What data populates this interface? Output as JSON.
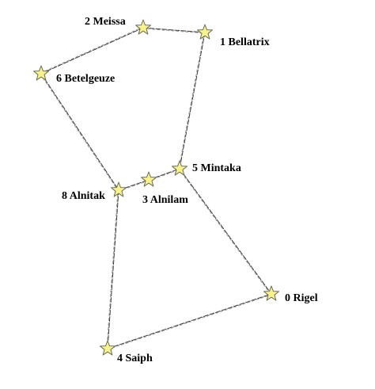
{
  "colors": {
    "background": "#ffffff",
    "edge_dark": "#3a3a3a",
    "edge_light": "#9a9a9a",
    "star_fill": "#f7f28a",
    "star_stroke": "#6b6b5a",
    "label": "#000000"
  },
  "icon": "star-icon",
  "stars": [
    {
      "id": 0,
      "name": "Rigel",
      "label": "0 Rigel"
    },
    {
      "id": 1,
      "name": "Bellatrix",
      "label": "1 Bellatrix"
    },
    {
      "id": 2,
      "name": "Meissa",
      "label": "2 Meissa"
    },
    {
      "id": 3,
      "name": "Alnilam",
      "label": "3 Alnilam"
    },
    {
      "id": 4,
      "name": "Saiph",
      "label": "4 Saiph"
    },
    {
      "id": 5,
      "name": "Mintaka",
      "label": "5 Mintaka"
    },
    {
      "id": 6,
      "name": "Betelgeuze",
      "label": "6 Betelgeuze"
    },
    {
      "id": 8,
      "name": "Alnitak",
      "label": "8 Alnitak"
    }
  ],
  "edges": [
    {
      "from": 2,
      "to": 1
    },
    {
      "from": 2,
      "to": 6
    },
    {
      "from": 1,
      "to": 5
    },
    {
      "from": 6,
      "to": 8
    },
    {
      "from": 8,
      "to": 3
    },
    {
      "from": 3,
      "to": 5
    },
    {
      "from": 5,
      "to": 0
    },
    {
      "from": 8,
      "to": 4
    },
    {
      "from": 4,
      "to": 0
    }
  ]
}
